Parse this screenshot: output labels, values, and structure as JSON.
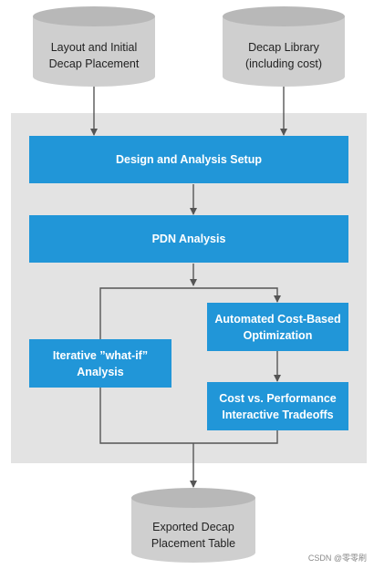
{
  "inputs": {
    "layout": "Layout and Initial\nDecap Placement",
    "library": "Decap Library\n(including cost)"
  },
  "steps": {
    "setup": "Design and Analysis Setup",
    "pdn": "PDN Analysis",
    "whatif": "Iterative ”what-if”\nAnalysis",
    "auto": "Automated Cost-Based\nOptimization",
    "tradeoffs": "Cost vs. Performance\nInteractive Tradeoffs"
  },
  "output": {
    "table": "Exported Decap\nPlacement Table"
  },
  "watermark": "CSDN @零零刷",
  "colors": {
    "box": "#2196d8",
    "panel": "#e3e3e3",
    "cylinder": "#cfcfcf",
    "cylinder_top": "#b8b8b8",
    "arrow": "#555555"
  }
}
